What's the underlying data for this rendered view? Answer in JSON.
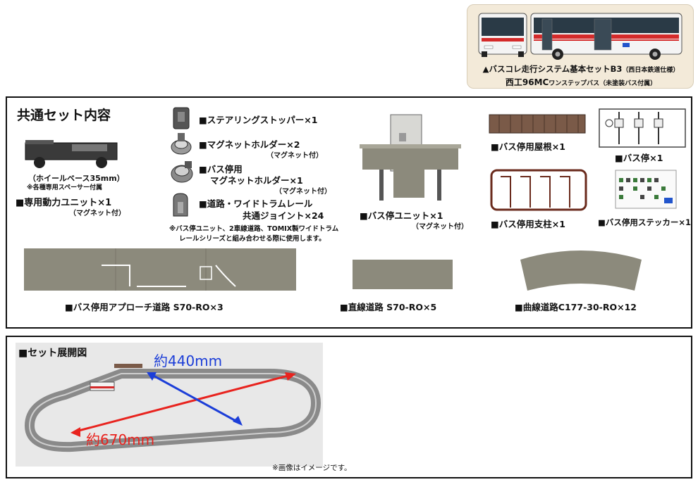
{
  "product": {
    "caption_line1": "▲バスコレ走行システム基本セットB3",
    "caption_line1_note": "（西日本鉄道仕様）",
    "caption_line2": "西工96MC",
    "caption_line2_sub": "ワンステップバス",
    "caption_line2_note": "（未塗装バス付属）"
  },
  "common_set": {
    "title": "共通セット内容",
    "power_unit": {
      "wheelbase": "（ホイールベース35mm）",
      "spacer_note": "※各種専用スペーサー付属",
      "label": "■専用動力ユニット×1",
      "sub": "（マグネット付）"
    },
    "steering_stopper": "■ステアリングストッパー×1",
    "magnet_holder": {
      "label": "■マグネットホルダー×2",
      "sub": "（マグネット付）"
    },
    "busstop_holder": {
      "line1": "■バス停用",
      "line2": "マグネットホルダー×1",
      "sub": "（マグネット付）"
    },
    "joint": {
      "line1": "■道路・ワイドトラムレール",
      "line2": "共通ジョイント×24"
    },
    "joint_note": {
      "line1": "※バス停ユニット、2車線道路、TOMIX製ワイドトラム",
      "line2": "レールシリーズと組み合わせる際に使用します。"
    },
    "busstop_unit": {
      "label": "■バス停ユニット×1",
      "sub": "（マグネット付）"
    },
    "roof": "■バス停用屋根×1",
    "busstop": "■バス停×1",
    "pillar": "■バス停用支柱×1",
    "sticker": "■バス停用ステッカー×1",
    "approach_road": "■バス停用アプローチ道路 S70-RO×3",
    "straight_road": "■直線道路 S70-RO×5",
    "curve_road": "■曲線道路C177-30-RO×12"
  },
  "layout": {
    "title": "■セット展開図",
    "width_label": "約440mm",
    "length_label": "約670mm",
    "image_note": "※画像はイメージです。"
  },
  "colors": {
    "road": "#8c8a7c",
    "red_arrow": "#e8231e",
    "blue_arrow": "#1c3ed8",
    "roof": "#7a5a48",
    "pillar": "#6a2a1c"
  }
}
